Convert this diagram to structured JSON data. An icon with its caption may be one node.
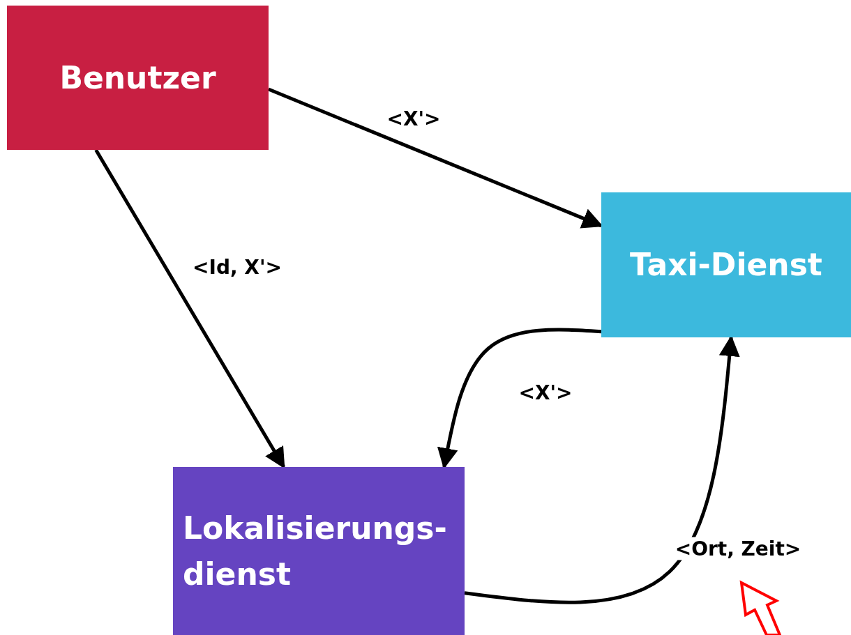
{
  "diagram": {
    "nodes": [
      {
        "text": [
          "Benutzer"
        ]
      },
      {
        "text": [
          "Taxi-Dienst"
        ]
      },
      {
        "text": [
          "Lokalisierungs- dienst"
        ]
      }
    ],
    "edges": [
      {
        "from": 0,
        "to": 1,
        "arrow": "to",
        "label": "<X'>"
      },
      {
        "from": 0,
        "to": 2,
        "arrow": "to",
        "label": "<Id, X'>"
      },
      {
        "from": 1,
        "to": 2,
        "arrow": "to",
        "label": "<X'>"
      },
      {
        "from": 2,
        "to": 1,
        "arrow": "to",
        "label": "<Ort, Zeit>"
      }
    ]
  }
}
